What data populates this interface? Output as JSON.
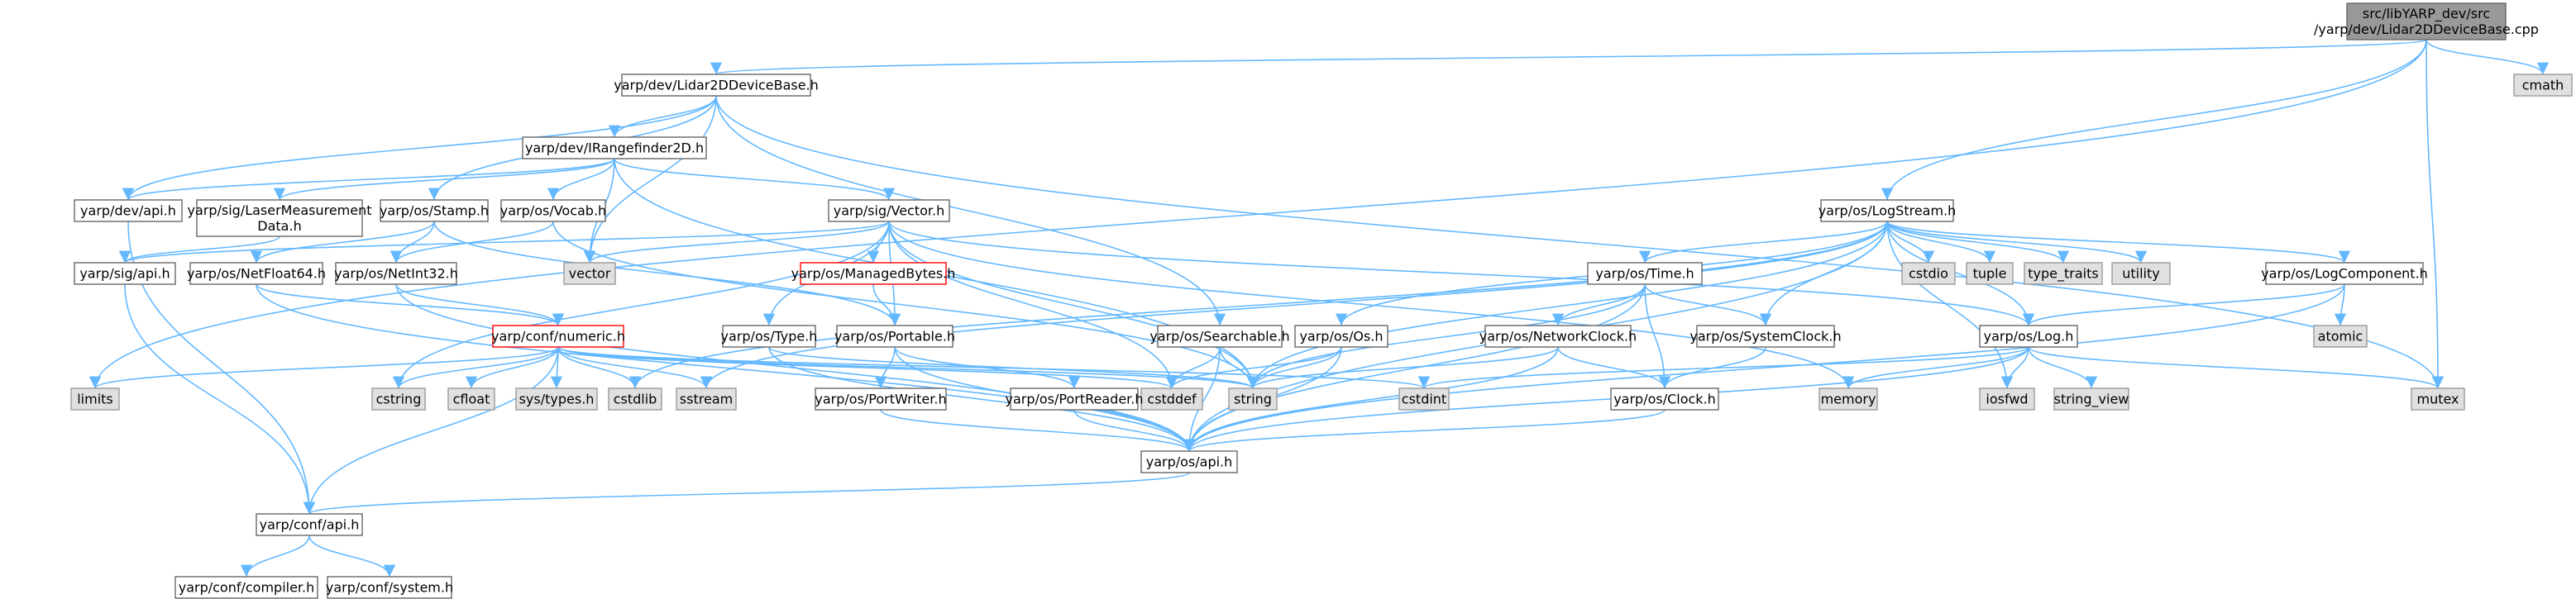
{
  "colors": {
    "root_fill": "#999999",
    "box_fill": "#ffffff",
    "box_stroke": "#666666",
    "external_fill": "#e0e0e0",
    "external_stroke": "#999999",
    "highlight_stroke": "#ff0000",
    "edge": "#63b8ff"
  },
  "nodes": {
    "root": {
      "lines": [
        "src/libYARP_dev/src",
        "/yarp/dev/Lidar2DDeviceBase.cpp"
      ],
      "kind": "root"
    },
    "lidar": {
      "lines": [
        "yarp/dev/Lidar2DDeviceBase.h"
      ],
      "kind": "box"
    },
    "cmath": {
      "lines": [
        "cmath"
      ],
      "kind": "external"
    },
    "irange": {
      "lines": [
        "yarp/dev/IRangefinder2D.h"
      ],
      "kind": "box"
    },
    "devapi": {
      "lines": [
        "yarp/dev/api.h"
      ],
      "kind": "box"
    },
    "lmd": {
      "lines": [
        "yarp/sig/LaserMeasurement",
        "Data.h"
      ],
      "kind": "box"
    },
    "stamp": {
      "lines": [
        "yarp/os/Stamp.h"
      ],
      "kind": "box"
    },
    "vocab": {
      "lines": [
        "yarp/os/Vocab.h"
      ],
      "kind": "box"
    },
    "sigvector": {
      "lines": [
        "yarp/sig/Vector.h"
      ],
      "kind": "box"
    },
    "logstream": {
      "lines": [
        "yarp/os/LogStream.h"
      ],
      "kind": "box"
    },
    "sigapi": {
      "lines": [
        "yarp/sig/api.h"
      ],
      "kind": "box"
    },
    "netfloat": {
      "lines": [
        "yarp/os/NetFloat64.h"
      ],
      "kind": "box"
    },
    "netint": {
      "lines": [
        "yarp/os/NetInt32.h"
      ],
      "kind": "box"
    },
    "vector": {
      "lines": [
        "vector"
      ],
      "kind": "external"
    },
    "managed": {
      "lines": [
        "yarp/os/ManagedBytes.h"
      ],
      "kind": "highlight"
    },
    "cstdio": {
      "lines": [
        "cstdio"
      ],
      "kind": "external"
    },
    "tuple": {
      "lines": [
        "tuple"
      ],
      "kind": "external"
    },
    "typetraits": {
      "lines": [
        "type_traits"
      ],
      "kind": "external"
    },
    "utility": {
      "lines": [
        "utility"
      ],
      "kind": "external"
    },
    "logcomp": {
      "lines": [
        "yarp/os/LogComponent.h"
      ],
      "kind": "box"
    },
    "time": {
      "lines": [
        "yarp/os/Time.h"
      ],
      "kind": "box"
    },
    "numeric": {
      "lines": [
        "yarp/conf/numeric.h"
      ],
      "kind": "highlight"
    },
    "ostype": {
      "lines": [
        "yarp/os/Type.h"
      ],
      "kind": "box"
    },
    "portable": {
      "lines": [
        "yarp/os/Portable.h"
      ],
      "kind": "box"
    },
    "searchable": {
      "lines": [
        "yarp/os/Searchable.h"
      ],
      "kind": "box"
    },
    "osos": {
      "lines": [
        "yarp/os/Os.h"
      ],
      "kind": "box"
    },
    "netclock": {
      "lines": [
        "yarp/os/NetworkClock.h"
      ],
      "kind": "box"
    },
    "sysclock": {
      "lines": [
        "yarp/os/SystemClock.h"
      ],
      "kind": "box"
    },
    "log": {
      "lines": [
        "yarp/os/Log.h"
      ],
      "kind": "box"
    },
    "atomic": {
      "lines": [
        "atomic"
      ],
      "kind": "external"
    },
    "limits": {
      "lines": [
        "limits"
      ],
      "kind": "external"
    },
    "cstring": {
      "lines": [
        "cstring"
      ],
      "kind": "external"
    },
    "cfloat": {
      "lines": [
        "cfloat"
      ],
      "kind": "external"
    },
    "systypes": {
      "lines": [
        "sys/types.h"
      ],
      "kind": "external"
    },
    "cstdlib": {
      "lines": [
        "cstdlib"
      ],
      "kind": "external"
    },
    "sstream": {
      "lines": [
        "sstream"
      ],
      "kind": "external"
    },
    "cstddef": {
      "lines": [
        "cstddef"
      ],
      "kind": "external"
    },
    "string": {
      "lines": [
        "string"
      ],
      "kind": "external"
    },
    "cstdint": {
      "lines": [
        "cstdint"
      ],
      "kind": "external"
    },
    "memory": {
      "lines": [
        "memory"
      ],
      "kind": "external"
    },
    "iosfwd": {
      "lines": [
        "iosfwd"
      ],
      "kind": "external"
    },
    "stringview": {
      "lines": [
        "string_view"
      ],
      "kind": "external"
    },
    "mutex": {
      "lines": [
        "mutex"
      ],
      "kind": "external"
    },
    "portwriter": {
      "lines": [
        "yarp/os/PortWriter.h"
      ],
      "kind": "box"
    },
    "portreader": {
      "lines": [
        "yarp/os/PortReader.h"
      ],
      "kind": "box"
    },
    "clock": {
      "lines": [
        "yarp/os/Clock.h"
      ],
      "kind": "box"
    },
    "osapi": {
      "lines": [
        "yarp/os/api.h"
      ],
      "kind": "box"
    },
    "confapi": {
      "lines": [
        "yarp/conf/api.h"
      ],
      "kind": "box"
    },
    "compiler": {
      "lines": [
        "yarp/conf/compiler.h"
      ],
      "kind": "box"
    },
    "system": {
      "lines": [
        "yarp/conf/system.h"
      ],
      "kind": "box"
    }
  },
  "edges": [
    [
      "root",
      "lidar"
    ],
    [
      "root",
      "cmath"
    ],
    [
      "root",
      "logstream"
    ],
    [
      "root",
      "limits"
    ],
    [
      "root",
      "mutex"
    ],
    [
      "lidar",
      "irange"
    ],
    [
      "lidar",
      "devapi"
    ],
    [
      "lidar",
      "stamp"
    ],
    [
      "lidar",
      "vector"
    ],
    [
      "lidar",
      "searchable"
    ],
    [
      "lidar",
      "mutex"
    ],
    [
      "irange",
      "devapi"
    ],
    [
      "irange",
      "lmd"
    ],
    [
      "irange",
      "vocab"
    ],
    [
      "irange",
      "sigvector"
    ],
    [
      "irange",
      "vector"
    ],
    [
      "irange",
      "string"
    ],
    [
      "devapi",
      "confapi"
    ],
    [
      "lmd",
      "sigapi"
    ],
    [
      "stamp",
      "netfloat"
    ],
    [
      "stamp",
      "netint"
    ],
    [
      "stamp",
      "portable"
    ],
    [
      "vocab",
      "netint"
    ],
    [
      "vocab",
      "string"
    ],
    [
      "sigvector",
      "sigapi"
    ],
    [
      "sigvector",
      "vector"
    ],
    [
      "sigvector",
      "managed"
    ],
    [
      "sigvector",
      "ostype"
    ],
    [
      "sigvector",
      "portable"
    ],
    [
      "sigvector",
      "cstring"
    ],
    [
      "sigvector",
      "cstddef"
    ],
    [
      "sigvector",
      "string"
    ],
    [
      "sigvector",
      "log"
    ],
    [
      "sigvector",
      "memory"
    ],
    [
      "sigapi",
      "confapi"
    ],
    [
      "netfloat",
      "numeric"
    ],
    [
      "netfloat",
      "osapi"
    ],
    [
      "netint",
      "numeric"
    ],
    [
      "netint",
      "osapi"
    ],
    [
      "managed",
      "portable"
    ],
    [
      "numeric",
      "confapi"
    ],
    [
      "numeric",
      "limits"
    ],
    [
      "numeric",
      "cstring"
    ],
    [
      "numeric",
      "cfloat"
    ],
    [
      "numeric",
      "systypes"
    ],
    [
      "numeric",
      "cstdlib"
    ],
    [
      "numeric",
      "sstream"
    ],
    [
      "numeric",
      "cstddef"
    ],
    [
      "numeric",
      "string"
    ],
    [
      "numeric",
      "cstdint"
    ],
    [
      "ostype",
      "osapi"
    ],
    [
      "ostype",
      "string"
    ],
    [
      "portable",
      "portwriter"
    ],
    [
      "portable",
      "portreader"
    ],
    [
      "portable",
      "osapi"
    ],
    [
      "portwriter",
      "osapi"
    ],
    [
      "portreader",
      "osapi"
    ],
    [
      "searchable",
      "cstddef"
    ],
    [
      "searchable",
      "string"
    ],
    [
      "searchable",
      "osapi"
    ],
    [
      "logstream",
      "osapi"
    ],
    [
      "logstream",
      "osos"
    ],
    [
      "logstream",
      "time"
    ],
    [
      "logstream",
      "sysclock"
    ],
    [
      "logstream",
      "log"
    ],
    [
      "logstream",
      "logcomp"
    ],
    [
      "logstream",
      "cstdio"
    ],
    [
      "logstream",
      "tuple"
    ],
    [
      "logstream",
      "typetraits"
    ],
    [
      "logstream",
      "utility"
    ],
    [
      "logstream",
      "iosfwd"
    ],
    [
      "logstream",
      "string"
    ],
    [
      "logstream",
      "sstream"
    ],
    [
      "logstream",
      "cstdlib"
    ],
    [
      "osos",
      "osapi"
    ],
    [
      "osos",
      "string"
    ],
    [
      "osos",
      "cstddef"
    ],
    [
      "time",
      "osapi"
    ],
    [
      "time",
      "netclock"
    ],
    [
      "time",
      "sysclock"
    ],
    [
      "time",
      "clock"
    ],
    [
      "time",
      "string"
    ],
    [
      "netclock",
      "clock"
    ],
    [
      "netclock",
      "osapi"
    ],
    [
      "netclock",
      "string"
    ],
    [
      "sysclock",
      "clock"
    ],
    [
      "clock",
      "osapi"
    ],
    [
      "logcomp",
      "log"
    ],
    [
      "logcomp",
      "atomic"
    ],
    [
      "logcomp",
      "osapi"
    ],
    [
      "log",
      "osapi"
    ],
    [
      "log",
      "cstdint"
    ],
    [
      "log",
      "memory"
    ],
    [
      "log",
      "iosfwd"
    ],
    [
      "log",
      "stringview"
    ],
    [
      "log",
      "mutex"
    ],
    [
      "osapi",
      "confapi"
    ],
    [
      "confapi",
      "compiler"
    ],
    [
      "confapi",
      "system"
    ]
  ]
}
